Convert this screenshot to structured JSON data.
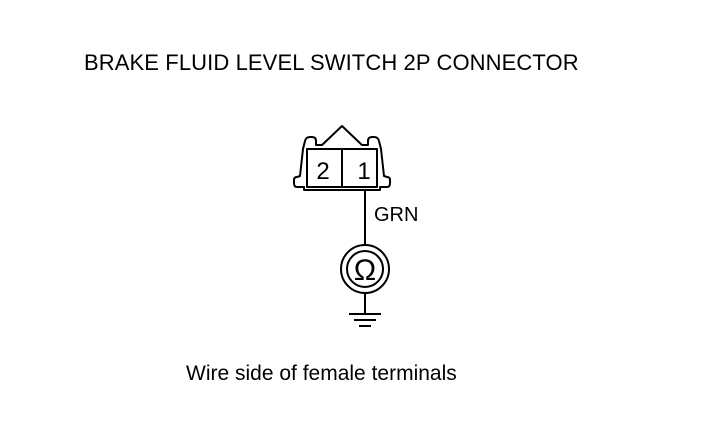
{
  "title": "BRAKE FLUID LEVEL SWITCH 2P CONNECTOR",
  "connector": {
    "pins": [
      "2",
      "1"
    ]
  },
  "wire": {
    "color_code": "GRN"
  },
  "meter": {
    "symbol": "Ω",
    "icon": "ohmmeter-icon"
  },
  "ground": {
    "icon": "ground-symbol-icon"
  },
  "caption": "Wire side of female terminals",
  "colors": {
    "line": "#000000",
    "background": "#ffffff"
  }
}
